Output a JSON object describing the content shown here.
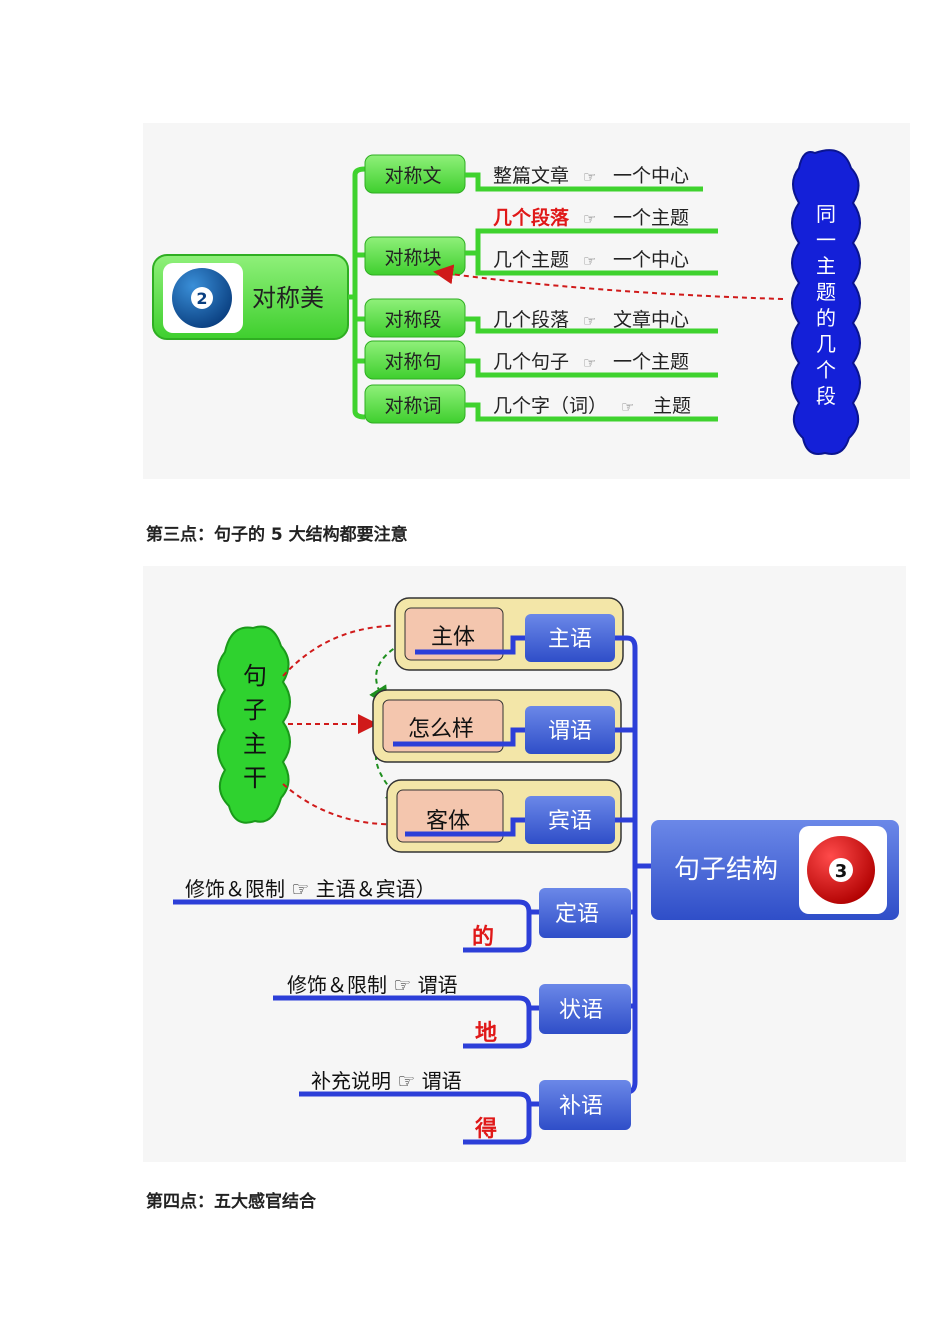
{
  "fig1": {
    "center": {
      "number": "2",
      "label": "对称美"
    },
    "branches": [
      {
        "label": "对称文",
        "rows": [
          {
            "left": "整篇文章",
            "right": "一个中心",
            "left_red": false
          }
        ]
      },
      {
        "label": "对称块",
        "rows": [
          {
            "left": "几个段落",
            "right": "一个主题",
            "left_red": true
          },
          {
            "left": "几个主题",
            "right": "一个中心",
            "left_red": false
          }
        ]
      },
      {
        "label": "对称段",
        "rows": [
          {
            "left": "几个段落",
            "right": "文章中心",
            "left_red": false
          }
        ]
      },
      {
        "label": "对称句",
        "rows": [
          {
            "left": "几个句子",
            "right": "一个主题",
            "left_red": false
          }
        ]
      },
      {
        "label": "对称词",
        "rows": [
          {
            "left": "几个字（词）",
            "right": "主题",
            "left_red": false
          }
        ]
      }
    ],
    "cloud_chars": [
      "同",
      "一",
      "主",
      "题",
      "的",
      "几",
      "个",
      "段"
    ],
    "arrow_symbol": "☞"
  },
  "heading3": "第三点：句子的 5 大结构都要注意",
  "fig2": {
    "center": {
      "label": "句子结构",
      "number": "3"
    },
    "cloud_chars": [
      "句",
      "子",
      "主",
      "干"
    ],
    "core": [
      {
        "inner": "主体",
        "outer": "主语"
      },
      {
        "inner": "怎么样",
        "outer": "谓语"
      },
      {
        "inner": "客体",
        "outer": "宾语"
      }
    ],
    "modifiers": [
      {
        "label": "定语",
        "desc": "修饰＆限制 ☞ 主语＆宾语）",
        "particle": "的"
      },
      {
        "label": "状语",
        "desc": "修饰＆限制 ☞ 谓语",
        "particle": "地"
      },
      {
        "label": "补语",
        "desc": "补充说明 ☞ 谓语",
        "particle": "得"
      }
    ]
  },
  "heading4": "第四点：五大感官结合"
}
